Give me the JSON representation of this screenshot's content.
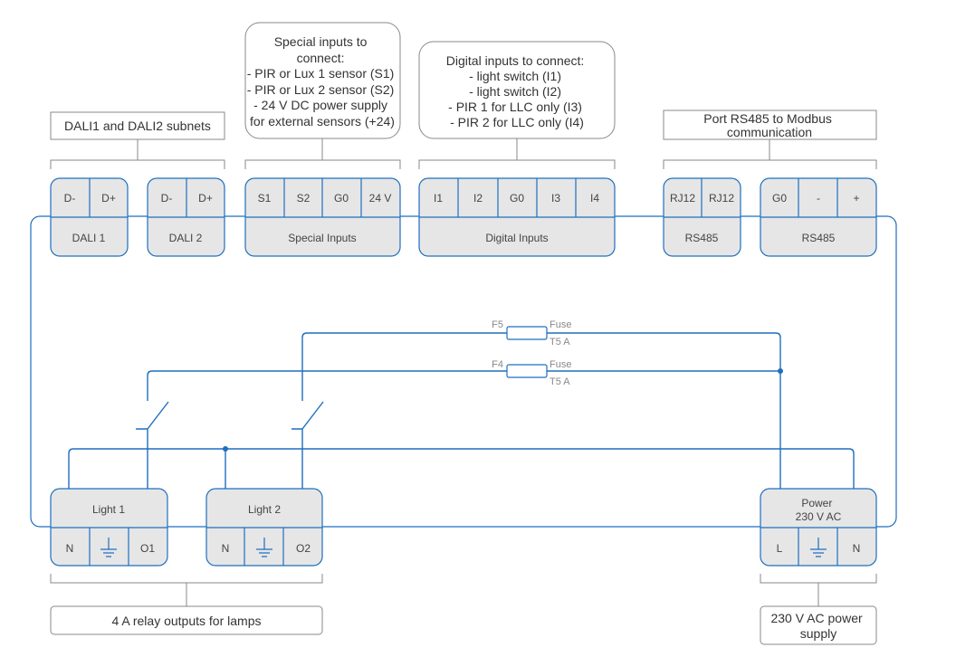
{
  "callouts": {
    "dali": "DALI1 and DALI2 subnets",
    "special": [
      "Special inputs to",
      "connect:",
      "- PIR or Lux 1 sensor (S1)",
      "- PIR or Lux 2 sensor (S2)",
      "- 24 V DC power supply",
      "for external sensors (+24)"
    ],
    "digital": [
      "Digital inputs to connect:",
      "- light switch (I1)",
      "- light switch (I2)",
      "- PIR 1 for LLC only (I3)",
      "- PIR 2 for LLC only (I4)"
    ],
    "rs485": [
      "Port RS485 to Modbus",
      "communication"
    ],
    "relay": "4 A relay outputs for lamps",
    "power_supply": [
      "230 V AC power",
      "supply"
    ]
  },
  "modules": {
    "dali1": {
      "pins": [
        "D-",
        "D+"
      ],
      "label": "DALI 1"
    },
    "dali2": {
      "pins": [
        "D-",
        "D+"
      ],
      "label": "DALI 2"
    },
    "special": {
      "pins": [
        "S1",
        "S2",
        "G0",
        "24 V"
      ],
      "label": "Special Inputs"
    },
    "digital": {
      "pins": [
        "I1",
        "I2",
        "G0",
        "I3",
        "I4"
      ],
      "label": "Digital Inputs"
    },
    "rs485a": {
      "pins": [
        "RJ12",
        "RJ12"
      ],
      "label": "RS485"
    },
    "rs485b": {
      "pins": [
        "G0",
        "-",
        "+"
      ],
      "label": "RS485"
    },
    "light1": {
      "pins": [
        "N",
        "ground-icon",
        "O1"
      ],
      "label": "Light 1"
    },
    "light2": {
      "pins": [
        "N",
        "ground-icon",
        "O2"
      ],
      "label": "Light 2"
    },
    "power": {
      "pins": [
        "L",
        "ground-icon",
        "N"
      ],
      "label": [
        "Power",
        "230 V AC"
      ]
    }
  },
  "fuses": [
    {
      "id": "F5",
      "name": "Fuse",
      "rating": "T5 A"
    },
    {
      "id": "F4",
      "name": "Fuse",
      "rating": "T5 A"
    }
  ],
  "colors": {
    "wire": "#1f6fc0",
    "box": "#e6e6e6",
    "stroke": "#1f6fc0",
    "callout": "#888888",
    "text": "#444444"
  }
}
